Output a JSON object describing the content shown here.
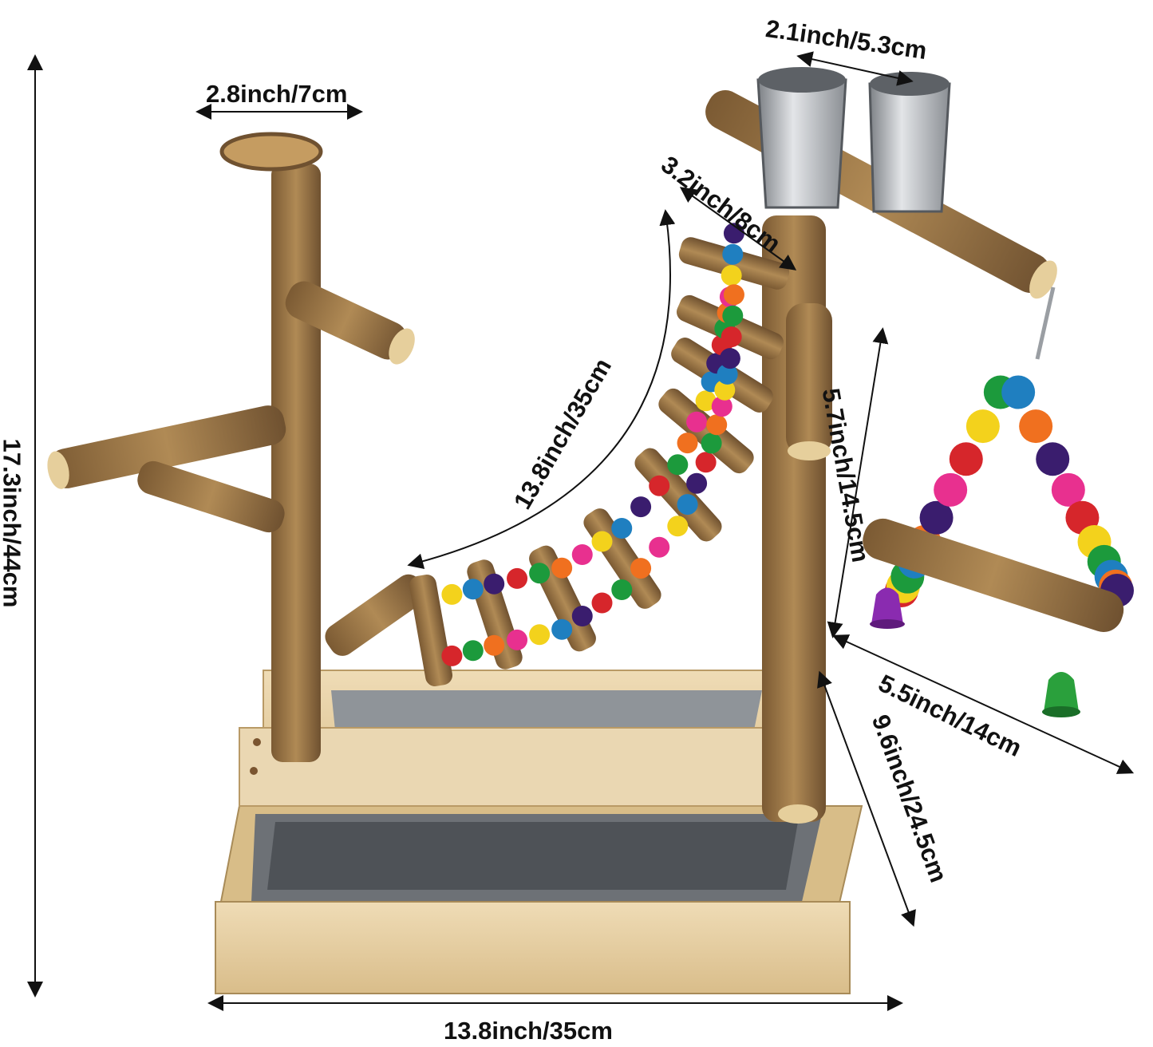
{
  "product": {
    "subject": "Wooden bird play stand with ladder bridge, feeder cups, swing, bells and stainless tray"
  },
  "dimensions": {
    "total_height": "17.3inch/44cm",
    "platform_width": "2.8inch/7cm",
    "cup_diameter": "2.1inch/5.3cm",
    "ladder_width": "3.2inch/8cm",
    "ladder_length": "13.8inch/35cm",
    "swing_height": "5.7inch/14.5cm",
    "swing_width": "5.5inch/14cm",
    "base_depth": "9.6inch/24.5cm",
    "base_width": "13.8inch/35cm"
  },
  "colors": {
    "wood": "#a8834e",
    "wood_dark": "#6f5130",
    "pine": "#e7cfa4",
    "steel": "#b9bcc0",
    "bead_red": "#d6262b",
    "bead_yellow": "#f3d21c",
    "bead_green": "#1c9a3c",
    "bead_blue": "#1f7fc0",
    "bead_orange": "#f0701f",
    "bead_purple": "#3a1d6e",
    "bead_pink": "#e8308f",
    "bell_purple": "#8a2bb0",
    "bell_green": "#2aa03c"
  }
}
